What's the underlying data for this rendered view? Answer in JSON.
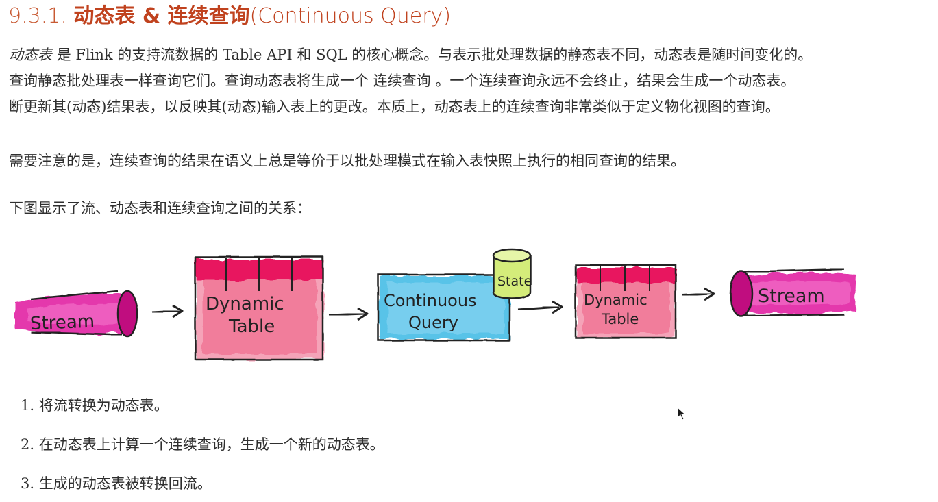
{
  "heading": {
    "number": "9.3.1.",
    "title_cjk": "动态表 & 连续查询",
    "title_en": "(Continuous Query)"
  },
  "intro": {
    "term": "动态表",
    "line1_rest": "是 Flink 的支持流数据的 Table API 和 SQL 的核心概念。与表示批处理数据的静态表不同，动态表是随时间变化的。",
    "line2": "查询静态批处理表一样查询它们。查询动态表将生成一个 连续查询 。一个连续查询永远不会终止，结果会生成一个动态表。",
    "line3": "断更新其(动态)结果表，以反映其(动态)输入表上的更改。本质上，动态表上的连续查询非常类似于定义物化视图的查询。"
  },
  "note": "需要注意的是，连续查询的结果在语义上总是等价于以批处理模式在输入表快照上执行的相同查询的结果。",
  "diagram_intro": "下图显示了流、动态表和连续查询之间的关系：",
  "diagram": {
    "stream_in": "Stream",
    "table_in_line1": "Dynamic",
    "table_in_line2": "Table",
    "query_line1": "Continuous",
    "query_line2": "Query",
    "state": "State",
    "table_out_line1": "Dynamic",
    "table_out_line2": "Table",
    "stream_out": "Stream",
    "colors": {
      "stream_magenta": "#e0189e",
      "table_pink": "#f06a8c",
      "query_blue": "#58c3e8",
      "state_green": "#d4ec7a",
      "ink": "#222222"
    }
  },
  "steps": [
    "1. 将流转换为动态表。",
    "2. 在动态表上计算一个连续查询，生成一个新的动态表。",
    "3. 生成的动态表被转换回流。"
  ]
}
